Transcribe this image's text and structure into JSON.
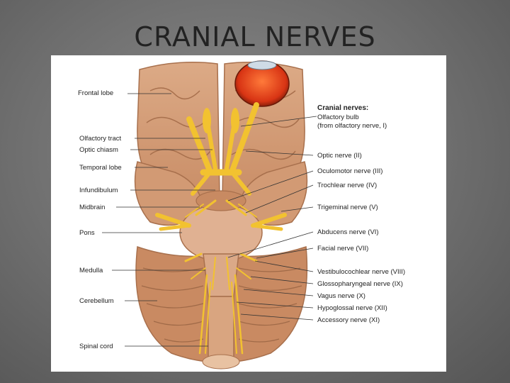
{
  "slide": {
    "title": "CRANIAL NERVES"
  },
  "figure": {
    "left_labels": {
      "frontal_lobe": "Frontal lobe",
      "olfactory_tract": "Olfactory tract",
      "optic_chiasm": "Optic chiasm",
      "temporal_lobe": "Temporal lobe",
      "infundibulum": "Infundibulum",
      "midbrain": "Midbrain",
      "pons": "Pons",
      "medulla": "Medulla",
      "cerebellum": "Cerebellum",
      "spinal_cord": "Spinal cord"
    },
    "right_labels": {
      "heading": "Cranial nerves:",
      "olfactory_bulb": "Olfactory bulb",
      "olfactory_bulb_sub": "(from olfactory nerve, I)",
      "optic": "Optic nerve (II)",
      "oculomotor": "Oculomotor nerve (III)",
      "trochlear": "Trochlear nerve (IV)",
      "trigeminal": "Trigeminal nerve (V)",
      "abducens": "Abducens nerve (VI)",
      "facial": "Facial nerve (VII)",
      "vestibulocochlear": "Vestibulocochlear nerve (VIII)",
      "glossopharyngeal": "Glossopharyngeal nerve (IX)",
      "vagus": "Vagus nerve (X)",
      "hypoglossal": "Hypoglossal nerve (XII)",
      "accessory": "Accessory nerve (XI)"
    },
    "colors": {
      "brain": "#d9a27c",
      "brain_shadow": "#b57a55",
      "nerve": "#f2c230",
      "eye": "#e0401a"
    }
  }
}
